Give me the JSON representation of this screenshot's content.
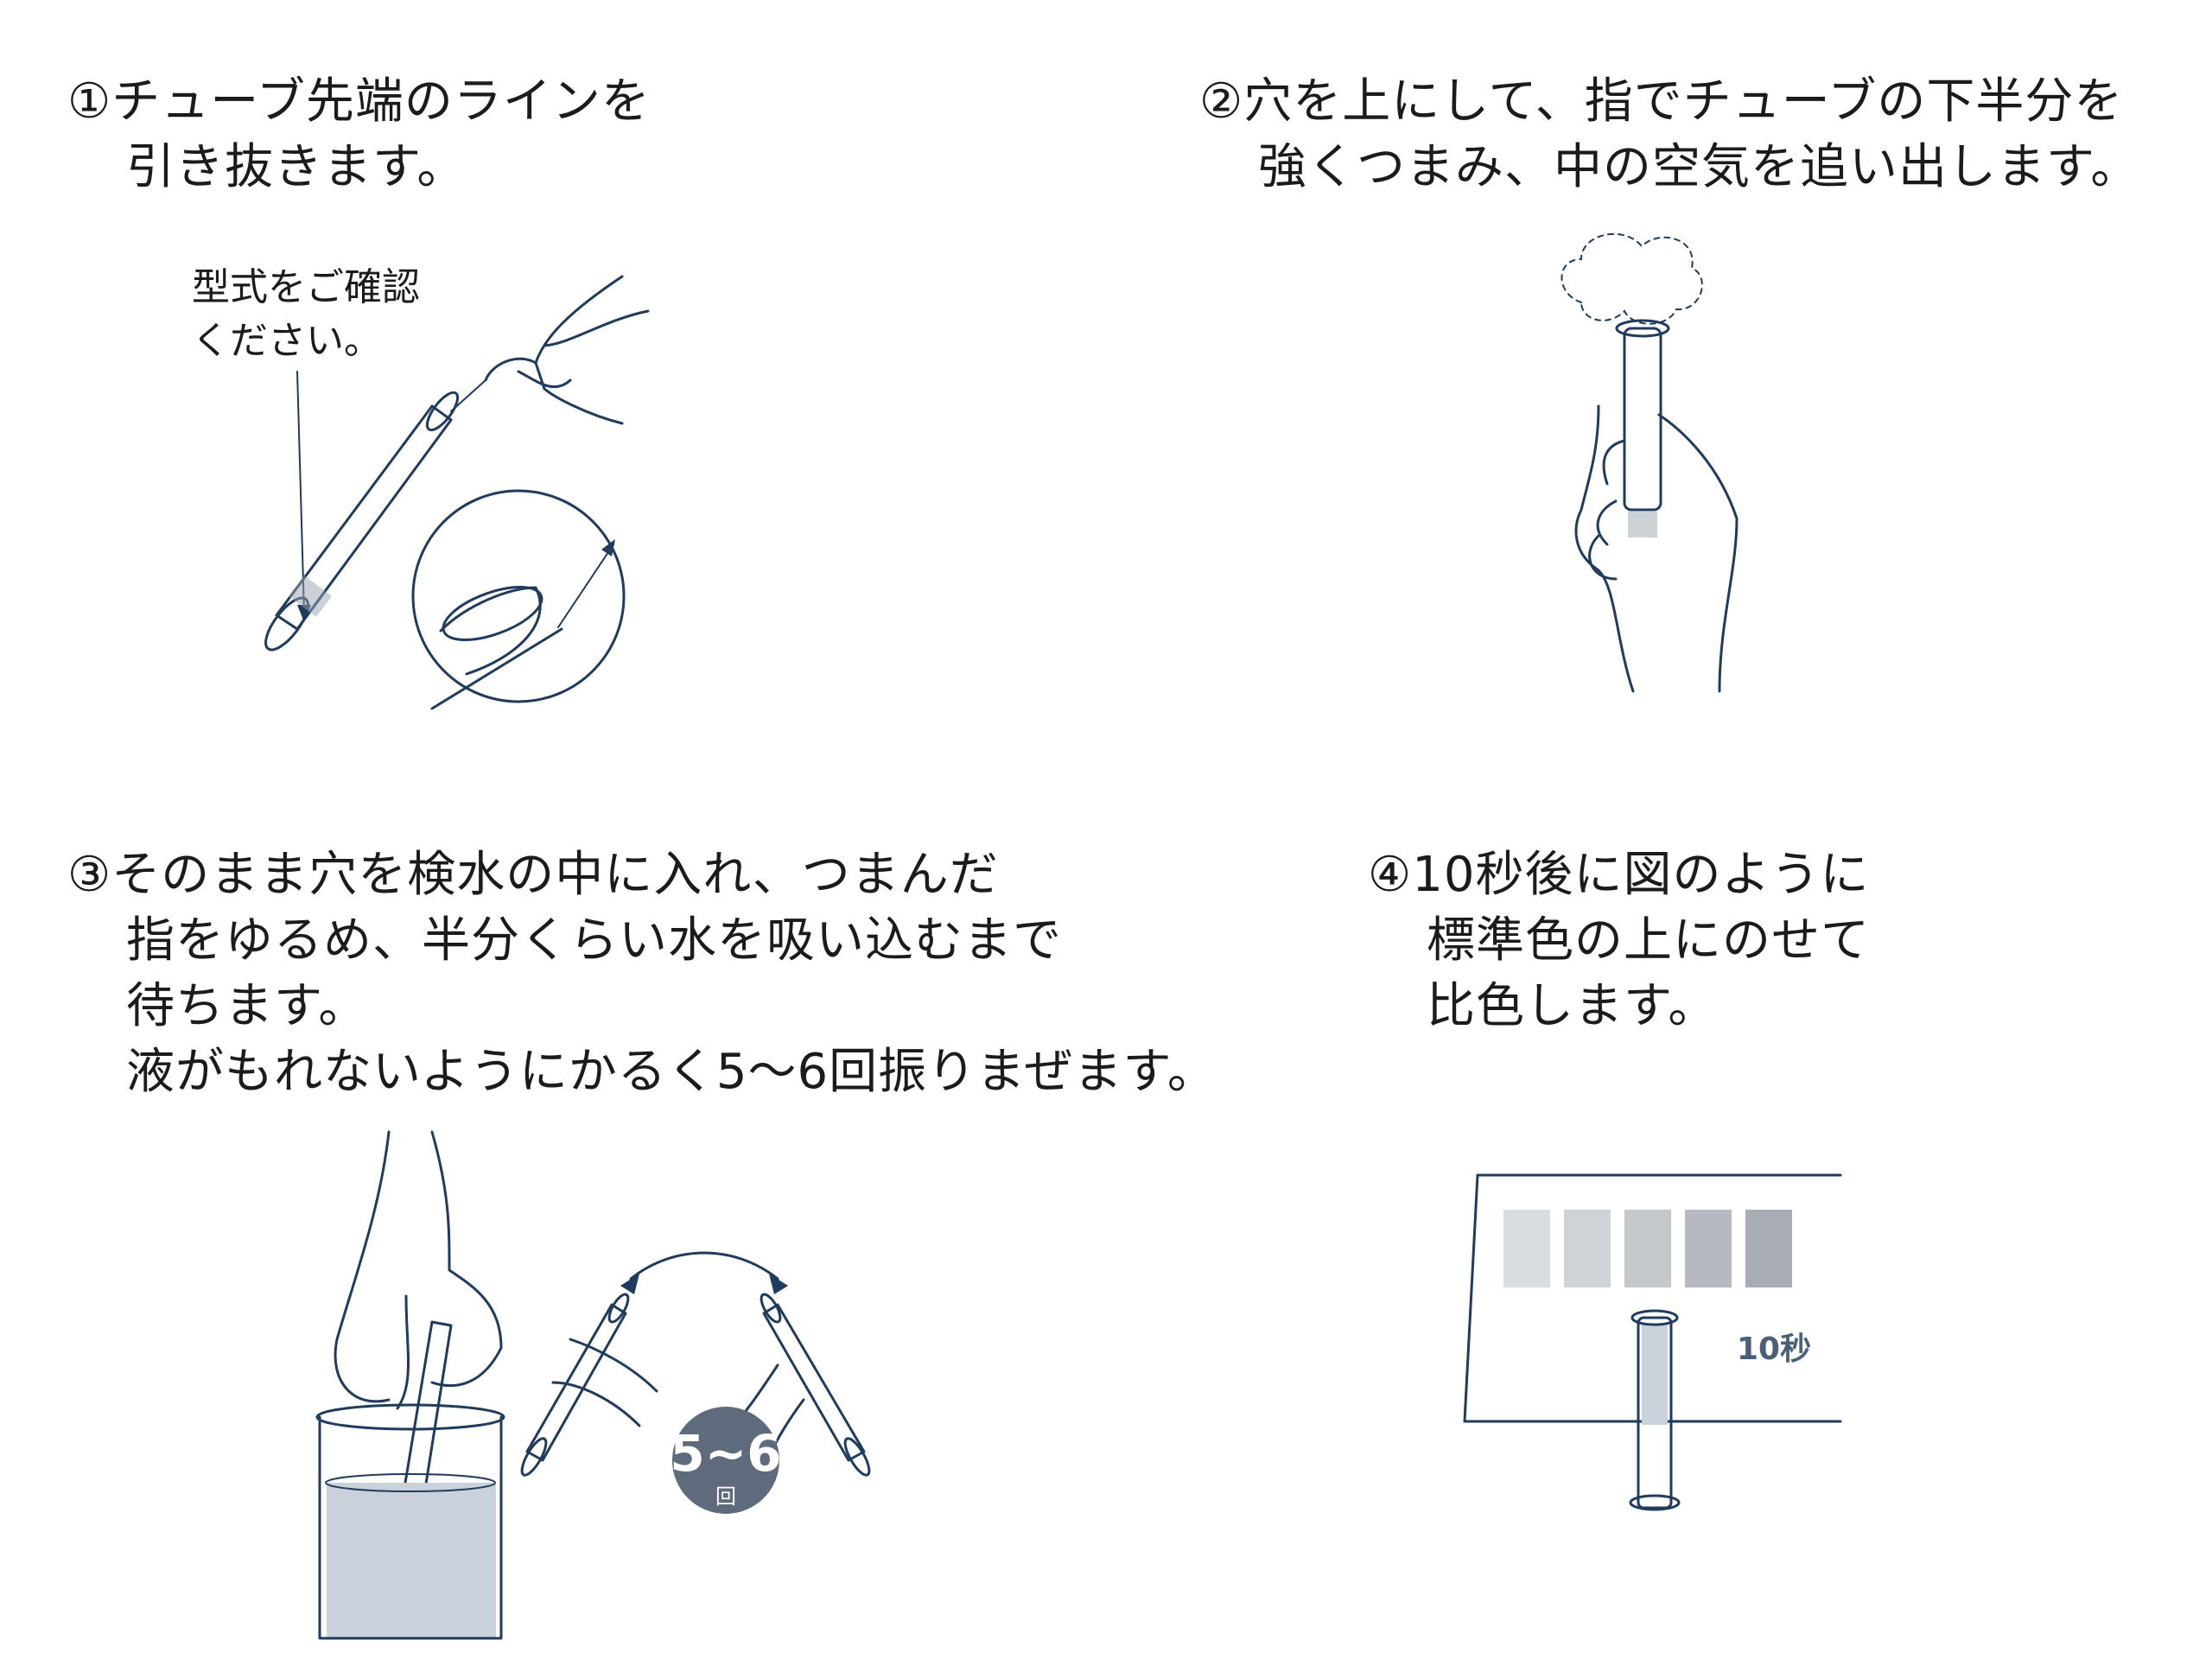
{
  "steps": [
    {
      "lines": [
        "①チューブ先端のラインを",
        "引き抜きます。"
      ]
    },
    {
      "lines": [
        "②穴を上にして、指でチューブの下半分を",
        "強くつまみ、中の空気を追い出します。"
      ]
    },
    {
      "lines": [
        "③そのまま穴を検水の中に入れ、つまんだ",
        "指をゆるめ、半分くらい水を吸い込むまで",
        "待ちます。",
        "液がもれないようにかるく5～6回振りまぜます。"
      ]
    },
    {
      "lines": [
        "④10秒後に図のように",
        "標準色の上にのせて",
        "比色します。"
      ]
    }
  ],
  "callout": {
    "lines": [
      "型式をご確認",
      "ください。"
    ]
  },
  "shake_badge": {
    "count": "5~6",
    "unit": "回"
  },
  "color_chart": {
    "label": "10秒",
    "swatches": [
      "#d9dde2",
      "#cfd3d8",
      "#c4c8cd",
      "#b6bac0",
      "#a8adb4"
    ]
  },
  "colors": {
    "ink": "#1f3b5e",
    "water": "#c9d1da",
    "badge": "#5e6b7c"
  }
}
